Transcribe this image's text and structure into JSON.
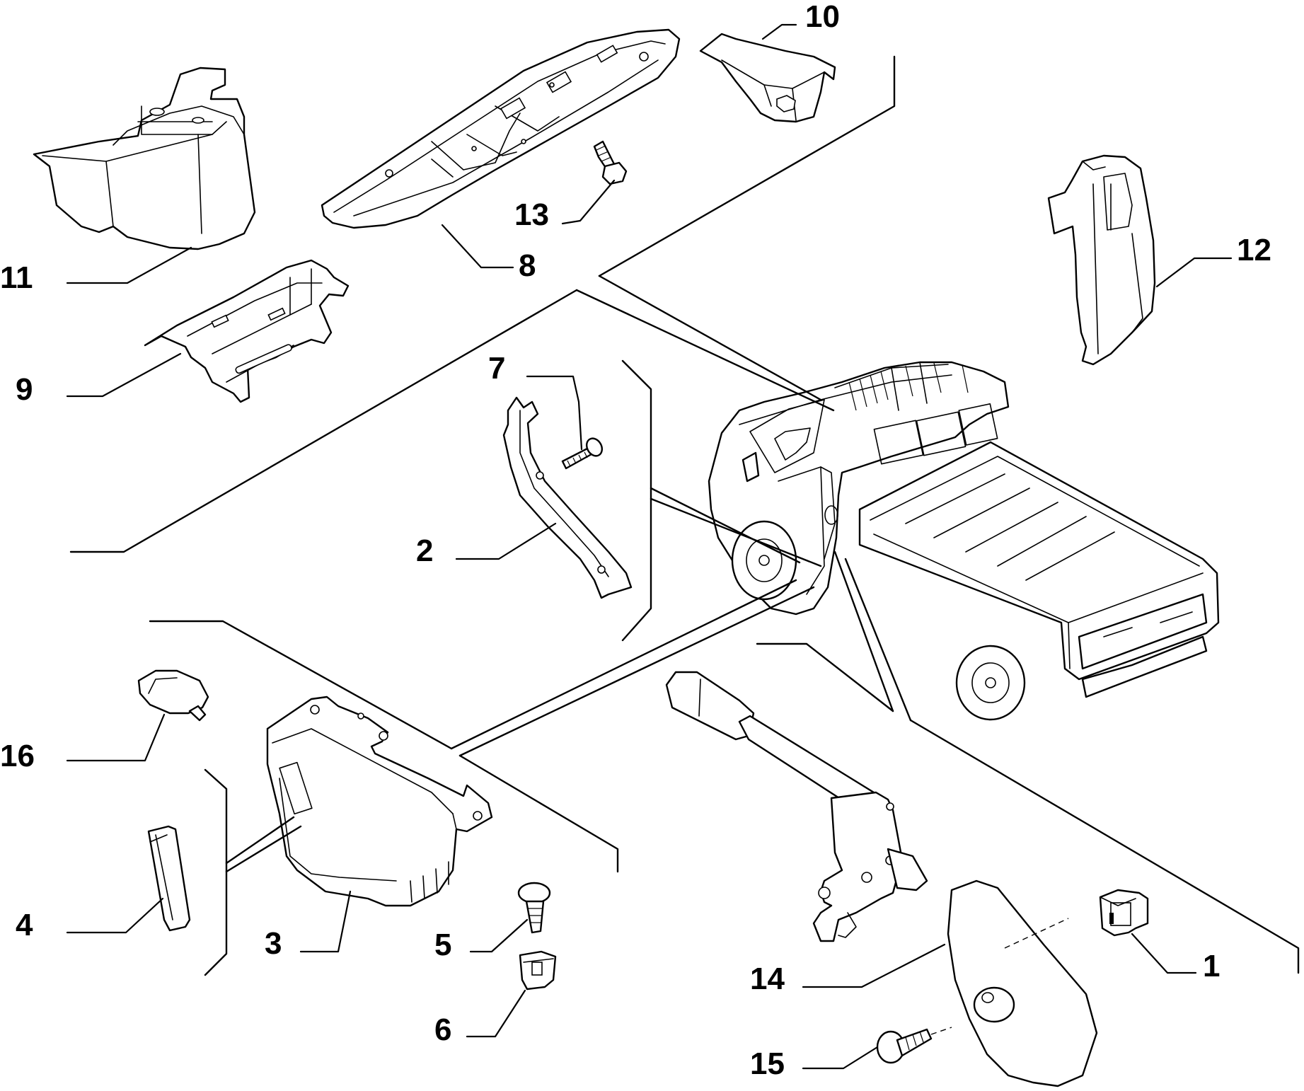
{
  "diagram": {
    "callouts": [
      {
        "id": "1",
        "label": "1"
      },
      {
        "id": "2",
        "label": "2"
      },
      {
        "id": "3",
        "label": "3"
      },
      {
        "id": "4",
        "label": "4"
      },
      {
        "id": "5",
        "label": "5"
      },
      {
        "id": "6",
        "label": "6"
      },
      {
        "id": "7",
        "label": "7"
      },
      {
        "id": "8",
        "label": "8"
      },
      {
        "id": "9",
        "label": "9"
      },
      {
        "id": "10",
        "label": "10"
      },
      {
        "id": "11",
        "label": "11"
      },
      {
        "id": "12",
        "label": "12"
      },
      {
        "id": "13",
        "label": "13"
      },
      {
        "id": "14",
        "label": "14"
      },
      {
        "id": "15",
        "label": "15"
      },
      {
        "id": "16",
        "label": "16"
      }
    ],
    "colors": {
      "ink": "#000000",
      "paper": "#ffffff"
    }
  }
}
